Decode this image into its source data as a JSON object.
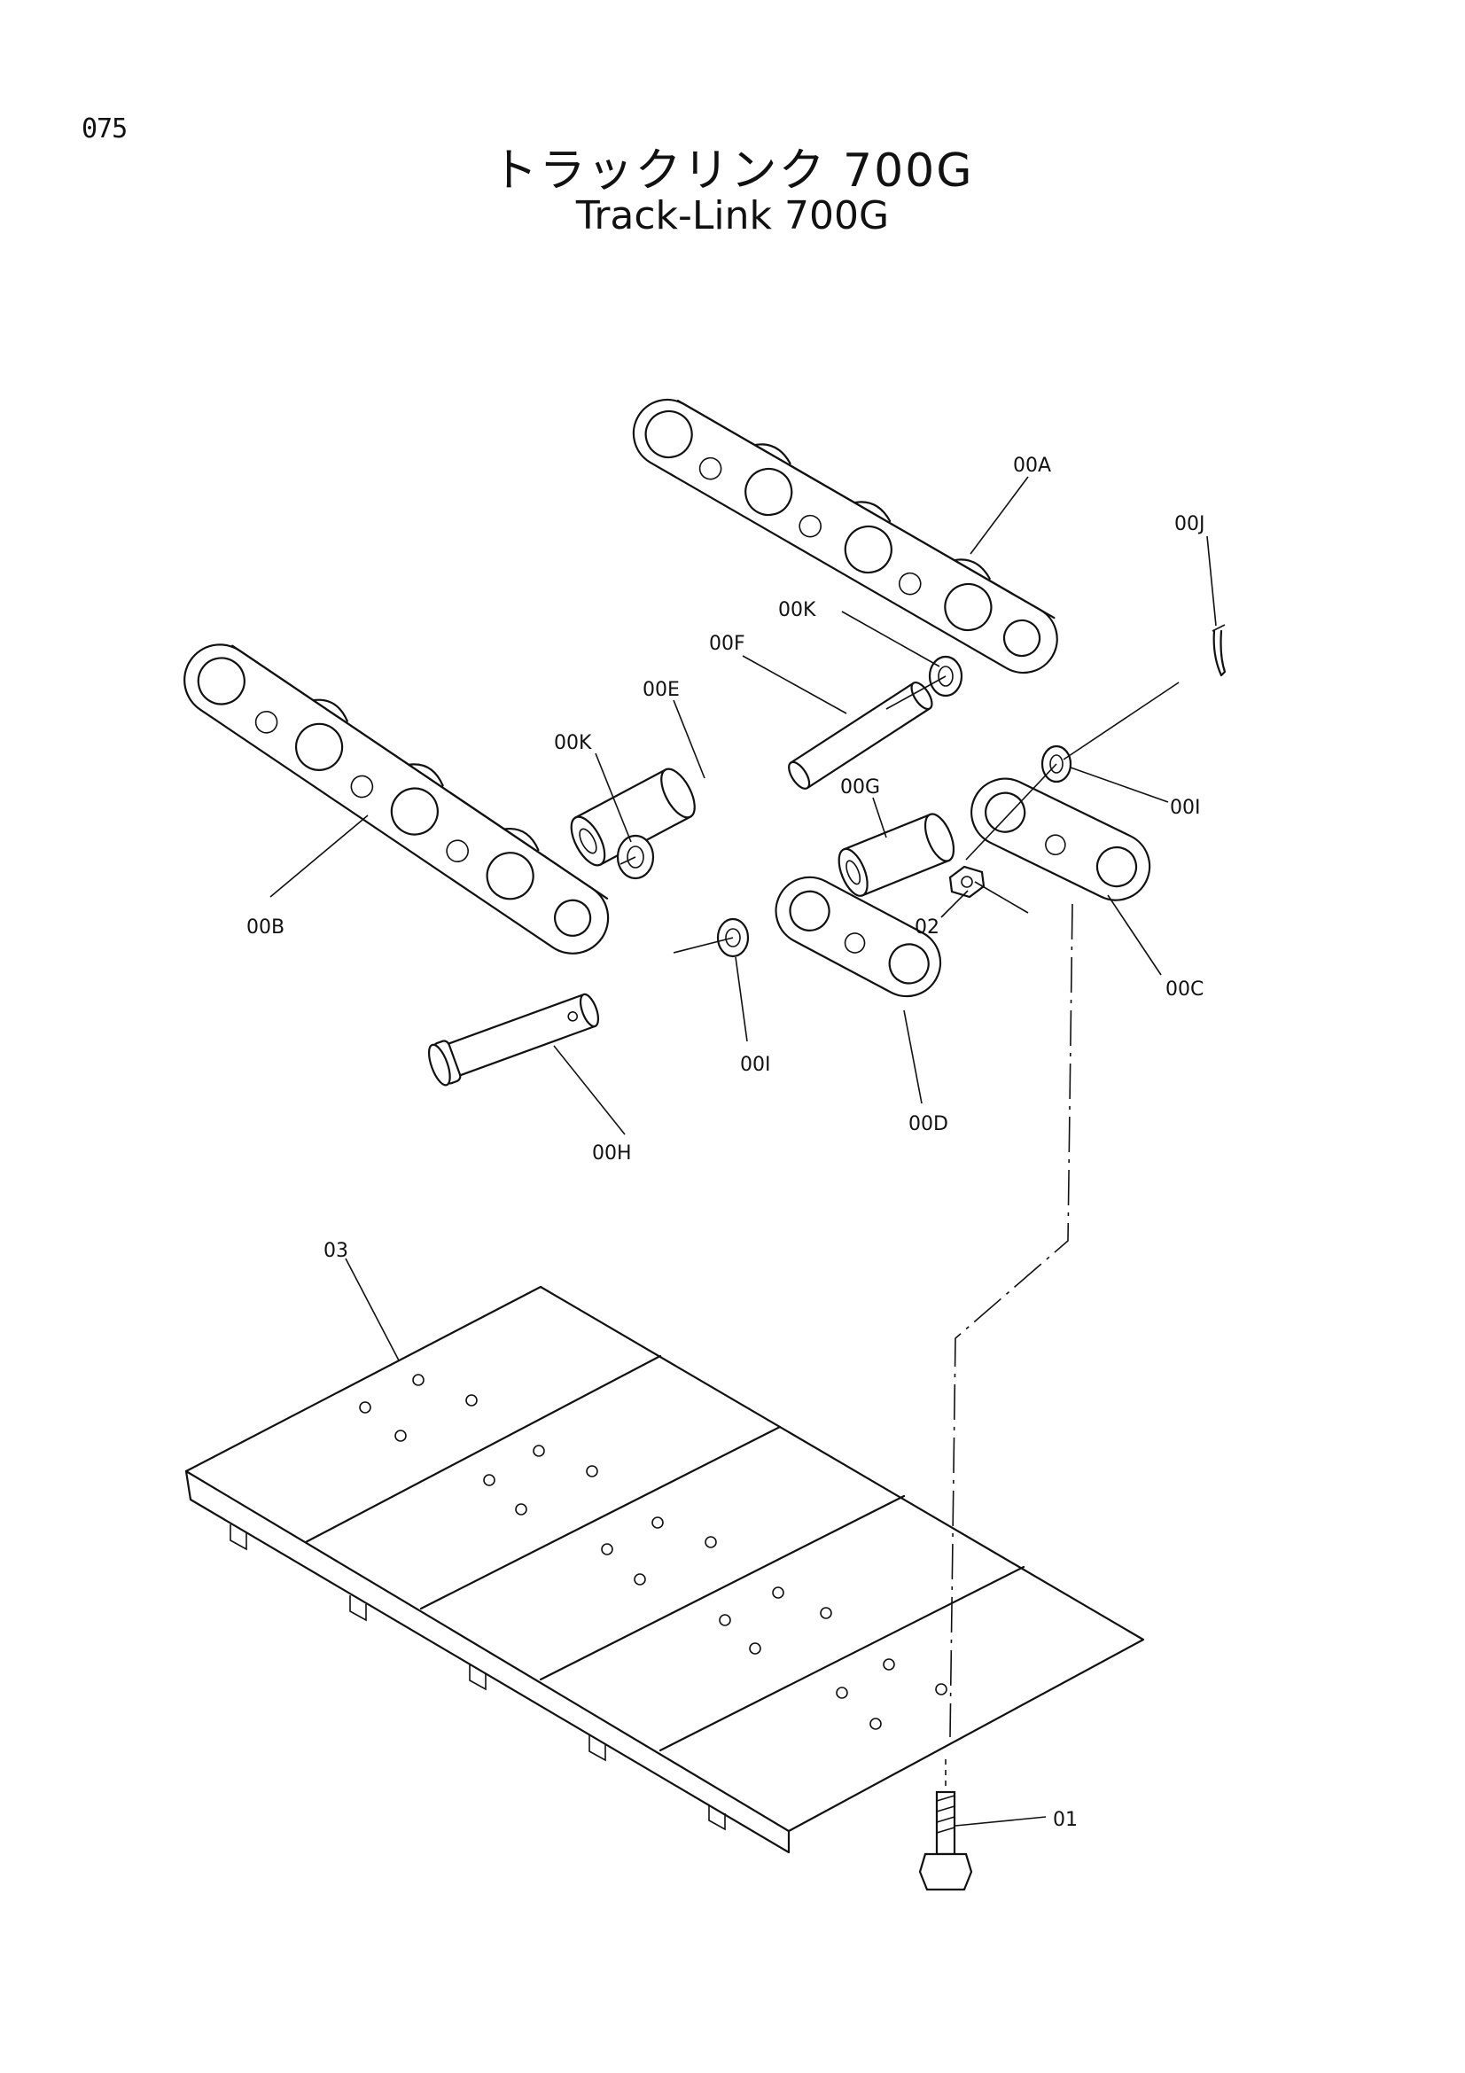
{
  "page": {
    "number": "075"
  },
  "title": {
    "ja": "トラックリンク 700G",
    "en": "Track-Link 700G"
  },
  "callouts": {
    "a": "00A",
    "j": "00J",
    "k_upper": "00K",
    "f": "00F",
    "e": "00E",
    "k_lower": "00K",
    "g": "00G",
    "i_right": "00I",
    "b": "00B",
    "c": "00C",
    "two": "02",
    "i_lower": "00I",
    "d": "00D",
    "h": "00H",
    "three": "03",
    "one": "01"
  }
}
